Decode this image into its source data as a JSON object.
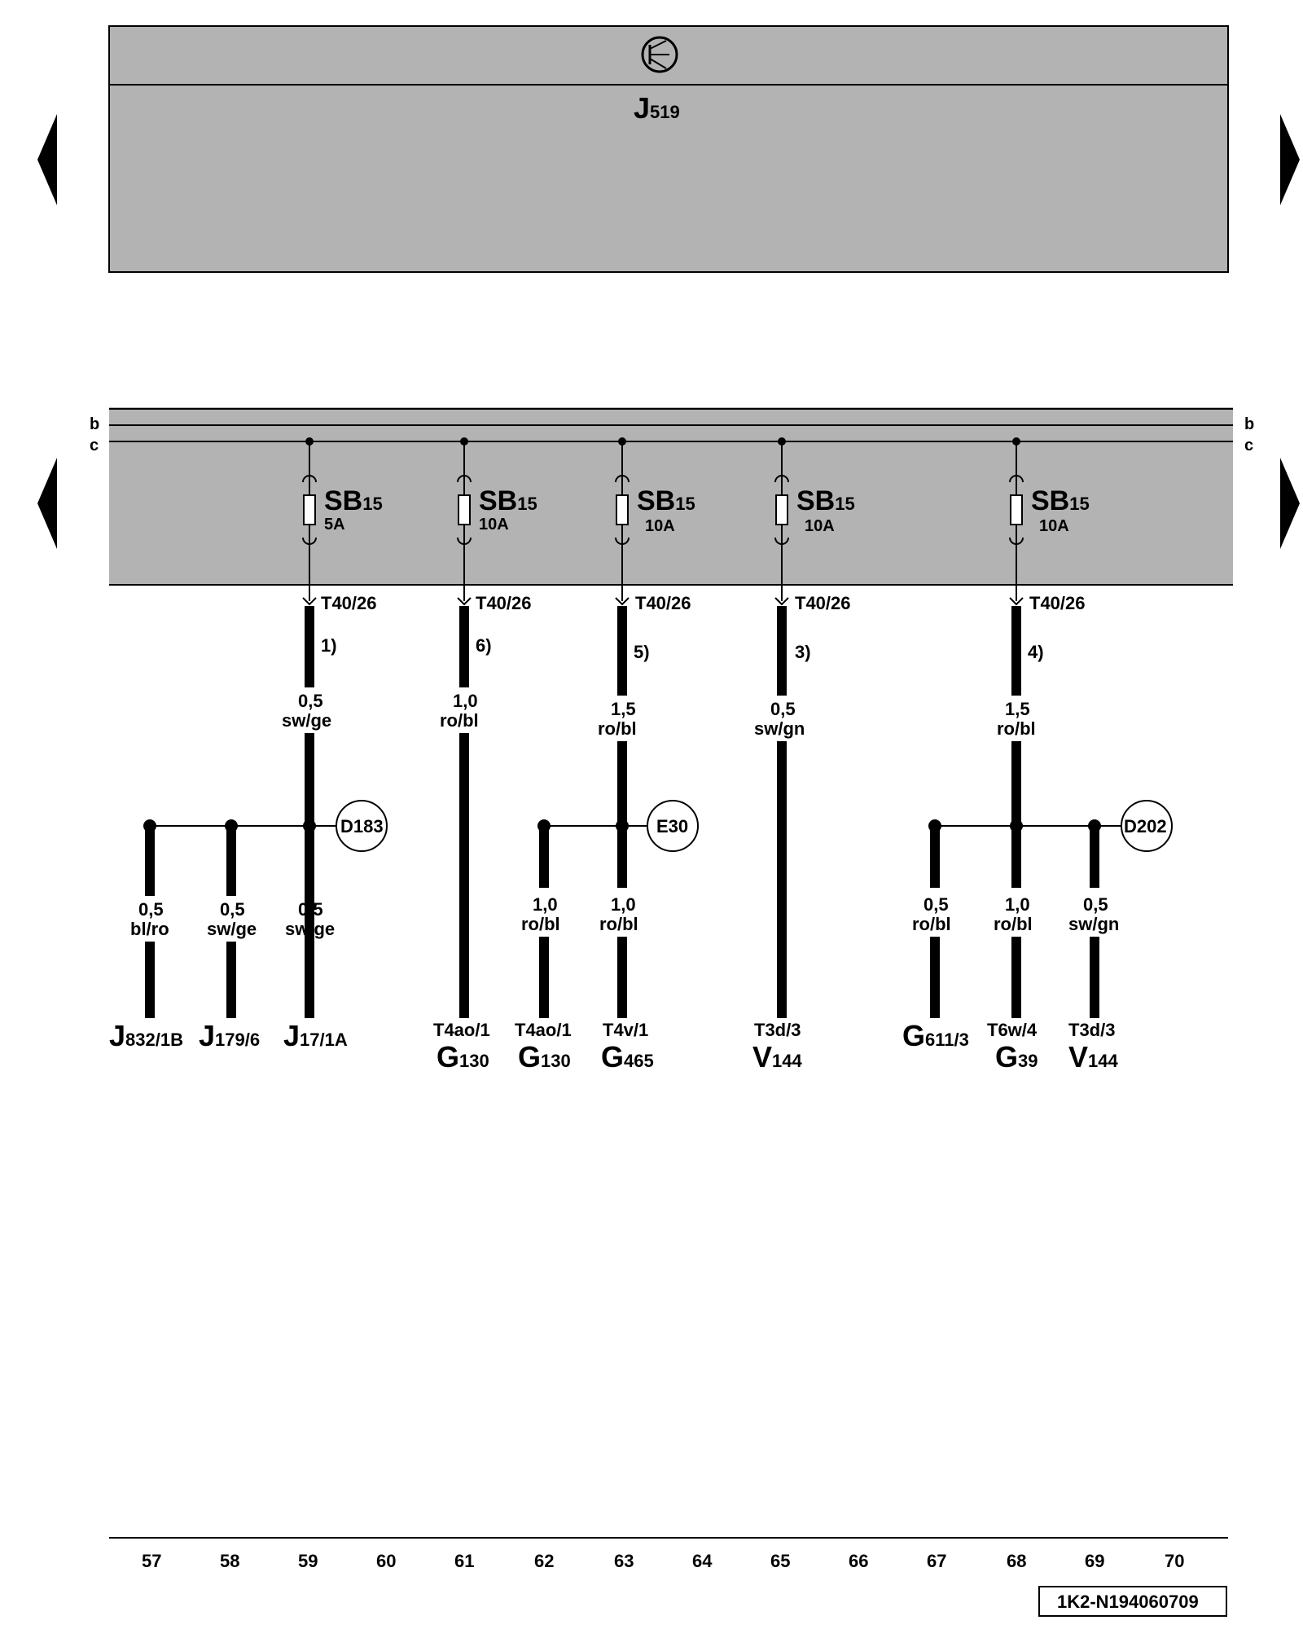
{
  "top_unit": {
    "label_main": "J",
    "label_sub": "519"
  },
  "rails": {
    "b_label": "b",
    "c_label": "c"
  },
  "fuse_columns": [
    {
      "sb_main": "SB",
      "sb_sub": "15",
      "rating": "5A",
      "connector": "T40/26",
      "note": "1)",
      "size": "0,5",
      "color": "sw/ge"
    },
    {
      "sb_main": "SB",
      "sb_sub": "15",
      "rating": "10A",
      "connector": "T40/26",
      "note": "6)",
      "size": "1,0",
      "color": "ro/bl"
    },
    {
      "sb_main": "SB",
      "sb_sub": "15",
      "rating": "10A",
      "connector": "T40/26",
      "note": "5)",
      "size": "1,5",
      "color": "ro/bl"
    },
    {
      "sb_main": "SB",
      "sb_sub": "15",
      "rating": "10A",
      "connector": "T40/26",
      "note": "3)",
      "size": "0,5",
      "color": "sw/gn"
    },
    {
      "sb_main": "SB",
      "sb_sub": "15",
      "rating": "10A",
      "connector": "T40/26",
      "note": "4)",
      "size": "1,5",
      "color": "ro/bl"
    }
  ],
  "splices": {
    "d183": "D183",
    "e30": "E30",
    "d202": "D202"
  },
  "branches": [
    {
      "size": "0,5",
      "color": "bl/ro",
      "pin": "",
      "comp_main": "J",
      "comp_sub": "832/1B"
    },
    {
      "size": "0,5",
      "color": "sw/ge",
      "pin": "",
      "comp_main": "J",
      "comp_sub": "179/6"
    },
    {
      "size": "0,5",
      "color": "sw/ge",
      "pin": "",
      "comp_main": "J",
      "comp_sub": "17/1A"
    },
    {
      "size": "",
      "color": "",
      "pin": "T4ao/1",
      "comp_main": "G",
      "comp_sub": "130"
    },
    {
      "size": "1,0",
      "color": "ro/bl",
      "pin": "T4ao/1",
      "comp_main": "G",
      "comp_sub": "130"
    },
    {
      "size": "1,0",
      "color": "ro/bl",
      "pin": "T4v/1",
      "comp_main": "G",
      "comp_sub": "465"
    },
    {
      "size": "",
      "color": "",
      "pin": "T3d/3",
      "comp_main": "V",
      "comp_sub": "144"
    },
    {
      "size": "0,5",
      "color": "ro/bl",
      "pin": "",
      "comp_main": "G",
      "comp_sub": "611/3"
    },
    {
      "size": "1,0",
      "color": "ro/bl",
      "pin": "T6w/4",
      "comp_main": "G",
      "comp_sub": "39"
    },
    {
      "size": "0,5",
      "color": "sw/gn",
      "pin": "T3d/3",
      "comp_main": "V",
      "comp_sub": "144"
    }
  ],
  "track_numbers": [
    "57",
    "58",
    "59",
    "60",
    "61",
    "62",
    "63",
    "64",
    "65",
    "66",
    "67",
    "68",
    "69",
    "70"
  ],
  "doc_id": "1K2-N194060709",
  "colors": {
    "panel": "#b3b3b3",
    "line": "#000000"
  }
}
